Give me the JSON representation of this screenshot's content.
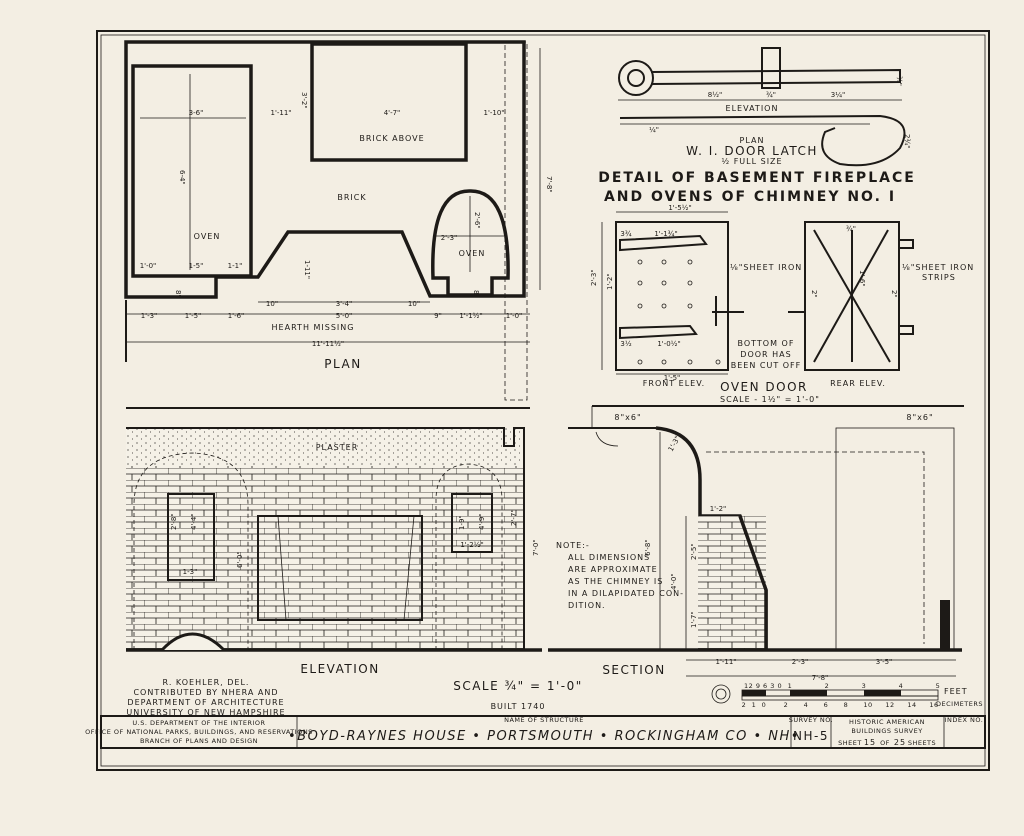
{
  "plan": {
    "brick_above": "BRICK ABOVE",
    "brick": "BRICK",
    "oven_left": "OVEN",
    "oven_right": "OVEN",
    "hearth": "HEARTH MISSING",
    "title": "PLAN",
    "dims": {
      "d36": "3-6\"",
      "d111": "1'-11\"",
      "d47": "4'-7\"",
      "d110": "1'-10\"",
      "d64": "6-4\"",
      "d78": "7'-8\"",
      "d10": "1'-0\"",
      "d15": "1-5\"",
      "d11": "1-1\"",
      "d111v": "1-11\"",
      "d23": "2'-3\"",
      "d26": "2'-6\"",
      "d8": "8\"",
      "d10in": "10\"",
      "d34": "3'-4\"",
      "d13": "1'-3\"",
      "d15b": "1'-5\"",
      "d16": "1'-6\"",
      "d50": "5'-0\"",
      "d9": "9\"",
      "d112": "1'-1½\"",
      "d10b": "1'-0\"",
      "total": "11'-11½\"",
      "d32": "3'-2\""
    }
  },
  "latch": {
    "elevation": "ELEVATION",
    "plan": "PLAN",
    "name": "W. I. DOOR LATCH",
    "size": "½ FULL SIZE",
    "d812": "8½\"",
    "d34": "¾\"",
    "d314": "3¼\"",
    "d234": "2¾\"",
    "d14": "¼\""
  },
  "detail_title_line1": "DETAIL OF BASEMENT FIREPLACE",
  "detail_title_line2": "AND OVENS OF CHIMNEY NO. I",
  "oven_door": {
    "sheet_iron": "⅛\"SHEET IRON",
    "sheet_iron_strips_1": "⅛\"SHEET IRON",
    "sheet_iron_strips_2": "STRIPS",
    "bottom_note_1": "BOTTOM OF",
    "bottom_note_2": "DOOR HAS",
    "bottom_note_3": "BEEN CUT OFF",
    "front": "FRONT ELEV.",
    "rear": "REAR ELEV.",
    "title": "OVEN DOOR",
    "scale": "SCALE - 1½\" = 1'-0\"",
    "d1512": "1'-5½\"",
    "d134": "1'-1¾\"",
    "d334": "3¾",
    "d23": "2'-3\"",
    "d12": "1'-2\"",
    "d1012": "1'-0½\"",
    "d312": "3½",
    "d15": "1'-5\"",
    "d16": "1'-6\"",
    "d2": "2\"",
    "d34": "¾\""
  },
  "elevation": {
    "plaster": "PLASTER",
    "title": "ELEVATION",
    "d28": "2'-8\"",
    "d44": "4'-4\"",
    "d60": "6'-0\"",
    "d13": "1-3\"",
    "d19": "1-9\"",
    "d49": "4'-9\"",
    "d112": "1'-2½\"",
    "d27": "2'-7\"",
    "d70": "7'-0\""
  },
  "note": {
    "l1": "NOTE:-",
    "l2": "ALL DIMENSIONS",
    "l3": "ARE APPROXIMATE",
    "l4": "AS THE CHIMNEY IS",
    "l5": "IN A DILAPIDATED CON-",
    "l6": "DITION."
  },
  "section": {
    "title": "SECTION",
    "beam_left": "8\"x6\"",
    "beam_right": "8\"x6\"",
    "d68": "6'-8\"",
    "d40": "4'-0\"",
    "d25": "2'-5\"",
    "d17": "1'-7\"",
    "d12": "1'-2\"",
    "d111": "1'-11\"",
    "d23": "2'-3\"",
    "d35": "3'-5\"",
    "d78": "7'-8\"",
    "d13": "1'-3\""
  },
  "credits": {
    "del": "R. KOEHLER, DEL.",
    "c1": "CONTRIBUTED BY NHERA AND",
    "c2": "DEPARTMENT OF ARCHITECTURE",
    "c3": "UNIVERSITY OF NEW HAMPSHIRE"
  },
  "scale_text": "SCALE ¾\" = 1'-0\"",
  "built": "BUILT 1740",
  "scale_bar": {
    "feet": "FEET",
    "decimeters": "DECIMETERS",
    "top_labels": [
      "12 9 6 3 0",
      "1",
      "2",
      "3",
      "4",
      "5"
    ],
    "bottom_labels": [
      "2",
      "1",
      "0",
      "2",
      "4",
      "6",
      "8",
      "10",
      "12",
      "14",
      "16"
    ]
  },
  "title_block": {
    "dept1": "U.S. DEPARTMENT OF THE INTERIOR",
    "dept2": "OFFICE OF NATIONAL PARKS, BUILDINGS, AND RESERVATIONS",
    "dept3": "BRANCH OF PLANS AND DESIGN",
    "name_label": "NAME OF STRUCTURE",
    "name": "•BOYD-RAYNES HOUSE • PORTSMOUTH • ROCKINGHAM CO • NH•",
    "survey_label": "SURVEY NO.",
    "survey": "NH-5",
    "habs1": "HISTORIC AMERICAN",
    "habs2": "BUILDINGS SURVEY",
    "sheet_pre": "SHEET",
    "sheet_no": "15",
    "sheet_of": "OF",
    "sheet_total": "25",
    "sheet_post": "SHEETS",
    "index_label": "INDEX NO."
  }
}
